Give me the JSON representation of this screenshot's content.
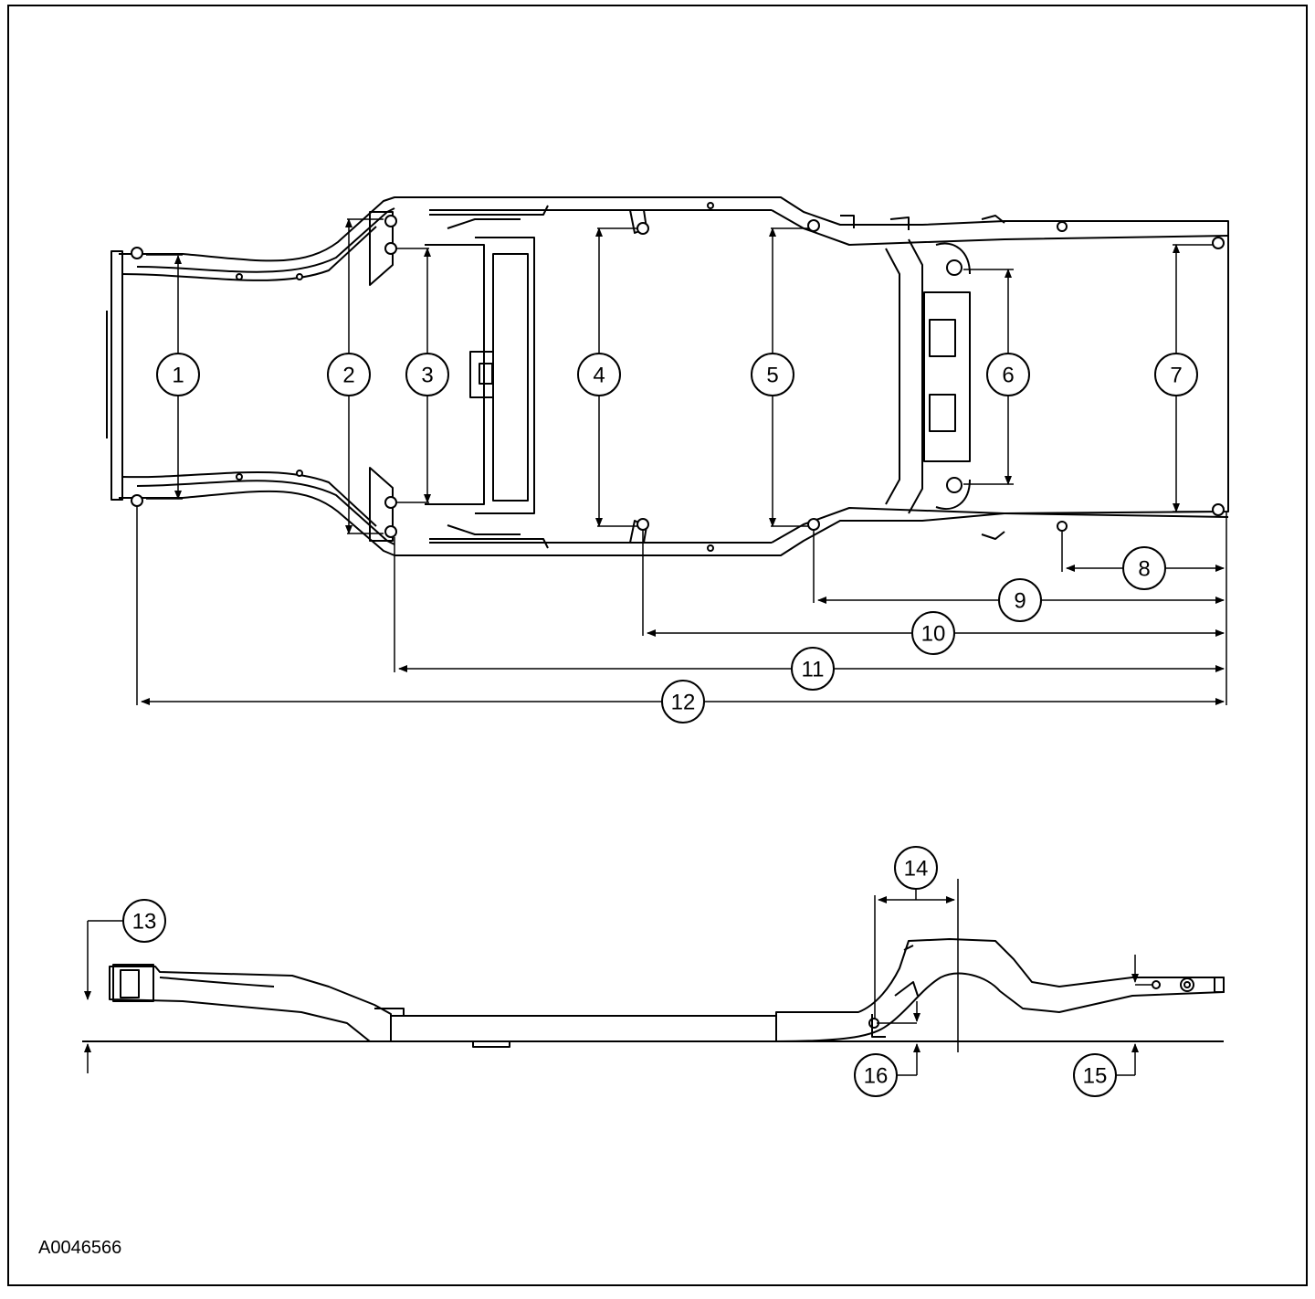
{
  "figure_id": "A0046566",
  "callouts": [
    "1",
    "2",
    "3",
    "4",
    "5",
    "6",
    "7",
    "8",
    "9",
    "10",
    "11",
    "12",
    "13",
    "14",
    "15",
    "16"
  ],
  "colors": {
    "line": "#000000",
    "background": "#ffffff"
  }
}
